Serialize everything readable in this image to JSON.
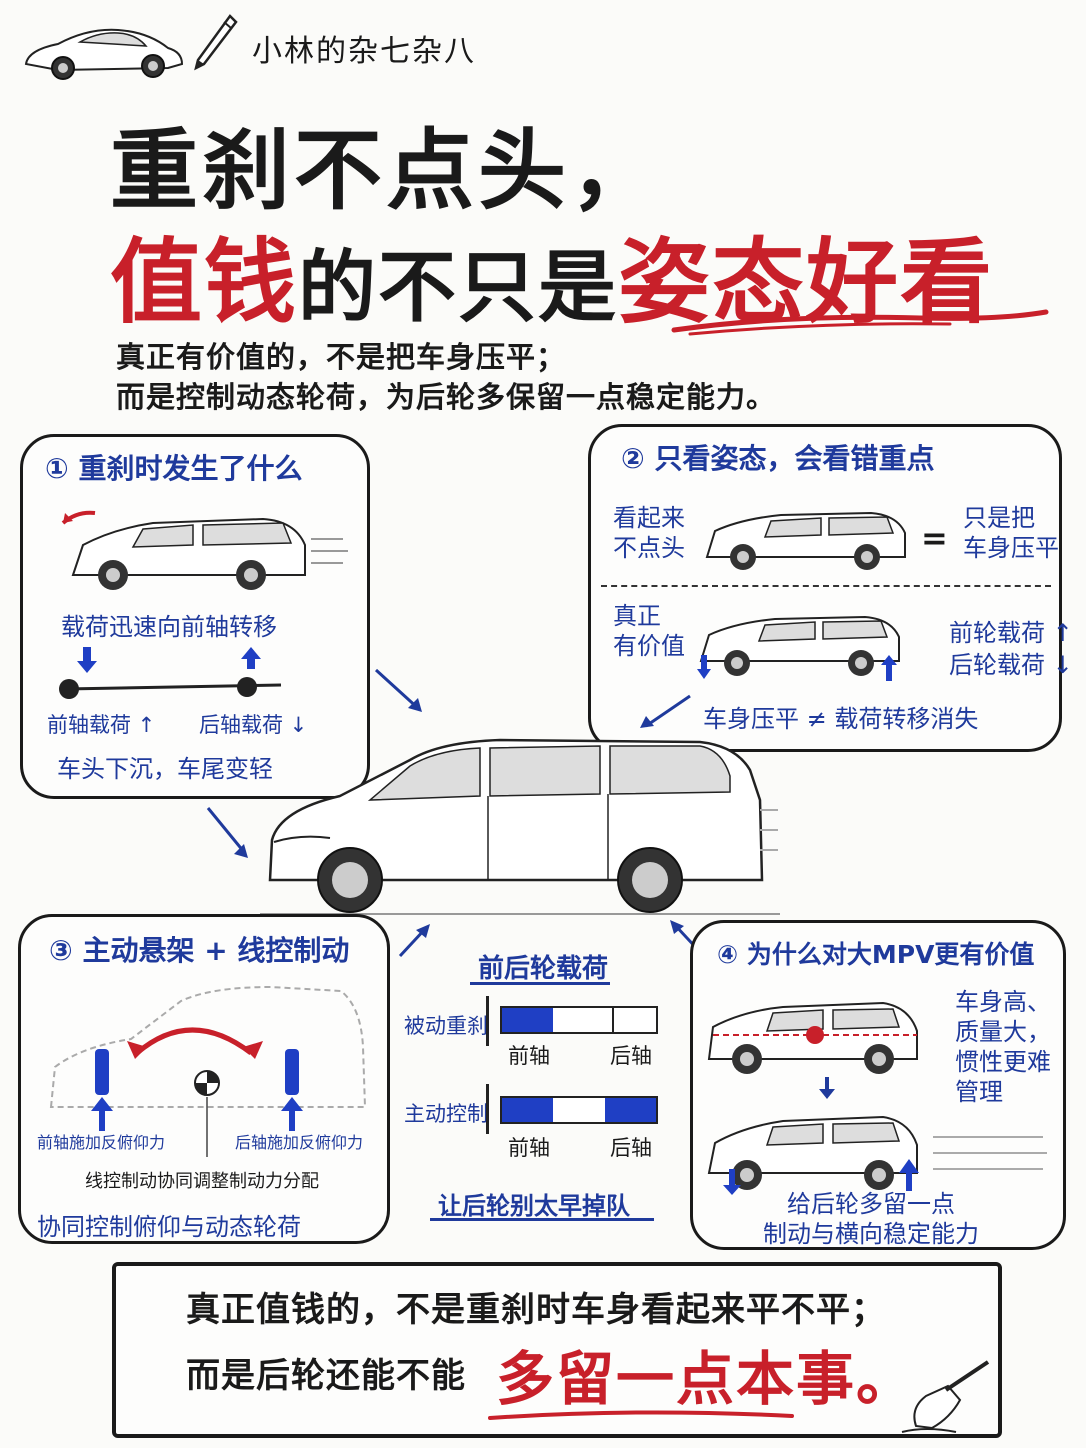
{
  "header": {
    "brand": "小林的杂七杂八",
    "brand_car_icon": "sports-car-sketch",
    "pen_icon": "pencil-icon"
  },
  "title": {
    "line1": "重刹不点头，",
    "line2_red_a": "值钱",
    "line2_black": "的不只是",
    "line2_red_b": "姿态好看"
  },
  "subtitle": {
    "line1": "真正有价值的，不是把车身压平；",
    "line2": "而是控制动态轮荷，为后轮多保留一点稳定能力。"
  },
  "panel1": {
    "title": "① 重刹时发生了什么",
    "caption": "载荷迅速向前轴转移",
    "front_label": "前轴载荷 ↑",
    "rear_label": "后轴载荷 ↓",
    "summary": "车头下沉，车尾变轻"
  },
  "panel2": {
    "title": "② 只看姿态，会看错重点",
    "left_top": [
      "看起来",
      "不点头"
    ],
    "equals": "=",
    "right_top": [
      "只是把",
      "车身压平"
    ],
    "left_bottom": [
      "真正",
      "有价值"
    ],
    "right_bottom": [
      "前轮载荷 ↑",
      "后轮载荷 ↓"
    ],
    "summary": "车身压平 ≠ 载荷转移消失"
  },
  "panel3": {
    "title": "③ 主动悬架 + 线控制动",
    "front_force": "前轴施加反俯仰力",
    "rear_force": "后轴施加反俯仰力",
    "brake_note": "线控制动协同调整制动力分配",
    "summary": "协同控制俯仰与动态轮荷"
  },
  "center_chart": {
    "title": "前后轮载荷",
    "rows": [
      {
        "label": "被动重刹",
        "front": "前轴",
        "rear": "后轴",
        "front_fill": 0.33,
        "rear_fill": 0.0
      },
      {
        "label": "主动控制",
        "front": "前轴",
        "rear": "后轴",
        "front_fill": 0.33,
        "rear_fill": 0.33
      }
    ],
    "caption": "让后轮别太早掉队",
    "bar_color": "#1f3fc4"
  },
  "panel4": {
    "title": "④ 为什么对大MPV更有价值",
    "notes": [
      "车身高、",
      "质量大，",
      "惯性更难",
      "管理"
    ],
    "summary": [
      "给后轮多留一点",
      "制动与横向稳定能力"
    ]
  },
  "conclusion": {
    "line1": "真正值钱的，不是重刹时车身看起来平不平；",
    "line2_black": "而是后轮还能不能",
    "line2_red": "多留一点本事。"
  },
  "colors": {
    "accent_red": "#c8202a",
    "accent_blue": "#1f3a9c",
    "ink": "#1a1a1a"
  }
}
